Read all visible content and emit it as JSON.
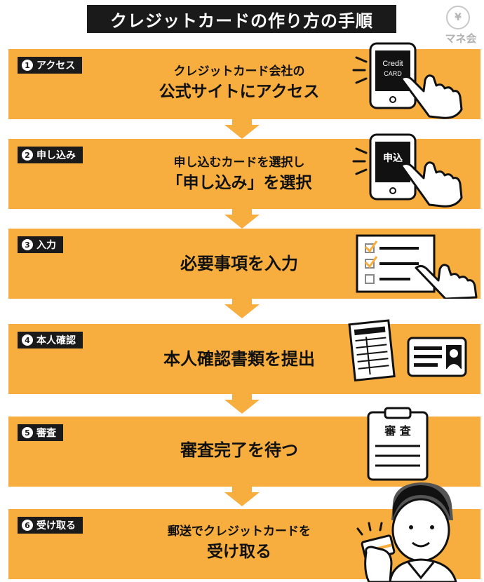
{
  "title": "クレジットカードの作り方の手順",
  "logo": {
    "text": "マネ会",
    "coin_symbol": "¥"
  },
  "colors": {
    "step_bg": "#f7ae3f",
    "label_bg": "#1a1a1a",
    "title_bg": "#1a1a1a"
  },
  "steps": [
    {
      "number": "1",
      "label": "アクセス",
      "line1": "クレジットカード会社の",
      "line2": "公式サイトにアクセス",
      "icon": "smartphone-credit-card-icon",
      "card_line1": "Credit",
      "card_line2": "CARD"
    },
    {
      "number": "2",
      "label": "申し込み",
      "line1": "申し込むカードを選択し",
      "line2": "「申し込み」を選択",
      "icon": "smartphone-apply-icon",
      "screen_text": "申込"
    },
    {
      "number": "3",
      "label": "入力",
      "line1": "必要事項を入力",
      "icon": "checklist-form-icon"
    },
    {
      "number": "4",
      "label": "本人確認",
      "line1": "本人確認書類を提出",
      "icon": "id-documents-icon"
    },
    {
      "number": "5",
      "label": "審査",
      "line1": "審査完了を待つ",
      "icon": "clipboard-review-icon",
      "clipboard_text": "審 査"
    },
    {
      "number": "6",
      "label": "受け取る",
      "line1": "郵送でクレジットカードを",
      "line2": "受け取る",
      "icon": "person-holding-card-icon"
    }
  ]
}
